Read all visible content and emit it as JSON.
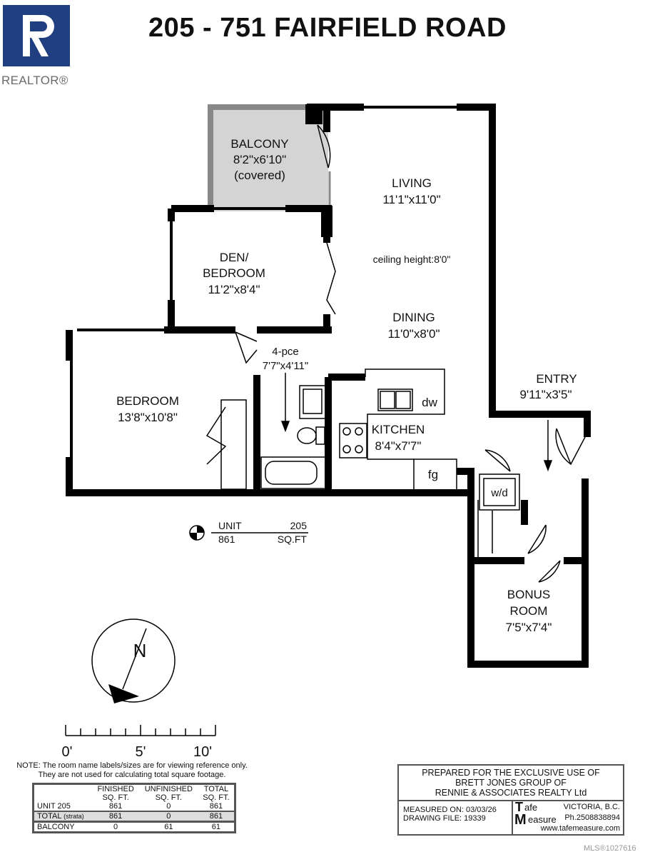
{
  "title": "205 - 751 FAIRFIELD ROAD",
  "logo": {
    "text": "REALTOR®",
    "color": "#1f3f80"
  },
  "rooms": {
    "balcony": {
      "name": "BALCONY",
      "size": "8'2\"x6'10\"",
      "note": "(covered)"
    },
    "living": {
      "name": "LIVING",
      "size": "11'1\"x11'0\""
    },
    "ceiling": "ceiling height:8'0\"",
    "den": {
      "name1": "DEN/",
      "name2": "BEDROOM",
      "size": "11'2\"x8'4\""
    },
    "dining": {
      "name": "DINING",
      "size": "11'0\"x8'0\""
    },
    "bath": {
      "name": "4-pce",
      "size": "7'7\"x4'11\""
    },
    "bedroom": {
      "name": "BEDROOM",
      "size": "13'8\"x10'8\""
    },
    "kitchen": {
      "name": "KITCHEN",
      "size": "8'4\"x7'7\""
    },
    "entry": {
      "name": "ENTRY",
      "size": "9'11\"x3'5\""
    },
    "bonus": {
      "name1": "BONUS",
      "name2": "ROOM",
      "size": "7'5\"x7'4\""
    },
    "dw": "dw",
    "fg": "fg",
    "wd": "w/d"
  },
  "unit_label": {
    "unit": "UNIT",
    "number": "205",
    "sqft": "861",
    "sqft_label": "SQ.FT"
  },
  "compass": {
    "letter": "N"
  },
  "scale": {
    "labels": [
      "0'",
      "5'",
      "10'"
    ]
  },
  "note": {
    "line1": "NOTE: The room name labels/sizes are for viewing reference only.",
    "line2": "They are not used for calculating total square footage."
  },
  "area_table": {
    "headers": [
      [
        "",
        ""
      ],
      [
        "FINISHED",
        "SQ. FT."
      ],
      [
        "UNFINISHED",
        "SQ. FT."
      ],
      [
        "TOTAL",
        "SQ. FT."
      ]
    ],
    "rows": [
      [
        "UNIT 205",
        "861",
        "0",
        "861"
      ],
      [
        "TOTAL",
        "861",
        "0",
        "861"
      ],
      [
        "BALCONY",
        "0",
        "61",
        "61"
      ]
    ],
    "total_suffix": "(strata)"
  },
  "prepared": {
    "line1": "PREPARED FOR THE EXCLUSIVE USE OF",
    "line2": "BRETT JONES GROUP OF",
    "line3": "RENNIE & ASSOCIATES REALTY Ltd",
    "measured": "MEASURED ON: 03/03/26",
    "drawing": "DRAWING FILE:   19339",
    "brand_t": "T",
    "brand_afe": "afe",
    "brand_m": "M",
    "brand_easure": "easure",
    "city": "VICTORIA, B.C.",
    "phone": "Ph.2508838894",
    "web": "www.tafemeasure.com"
  },
  "mls": "MLS®1027616"
}
